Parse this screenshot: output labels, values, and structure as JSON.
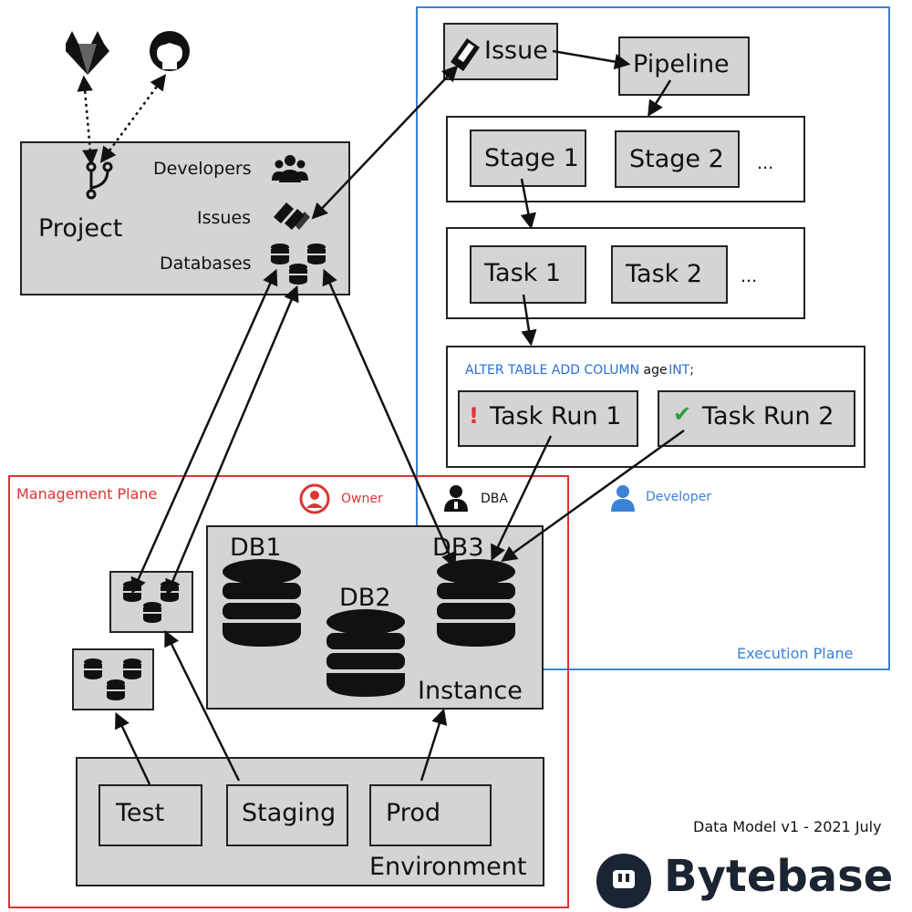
{
  "project": {
    "title": "Project",
    "rows": [
      "Developers",
      "Issues",
      "Databases"
    ]
  },
  "execution": {
    "plane_label": "Execution Plane",
    "issue": "Issue",
    "pipeline": "Pipeline",
    "stages": [
      "Stage 1",
      "Stage 2"
    ],
    "tasks": [
      "Task 1",
      "Task 2"
    ],
    "ellipsis": "...",
    "sql": {
      "k1": "ALTER TABLE ADD COLUMN",
      "col": "age",
      "k2": "INT",
      "end": ";"
    },
    "task_runs": [
      "Task Run 1",
      "Task Run 2"
    ]
  },
  "management": {
    "plane_label": "Management Plane",
    "roles": [
      "Owner",
      "DBA",
      "Developer"
    ],
    "databases": [
      "DB1",
      "DB2",
      "DB3"
    ],
    "instance": "Instance",
    "environments": [
      "Test",
      "Staging",
      "Prod"
    ],
    "environment_label": "Environment"
  },
  "footer": {
    "version": "Data Model v1 - 2021 July",
    "brand": "Bytebase"
  },
  "colors": {
    "management": "#d33333",
    "execution": "#3b82d6",
    "box_fill": "#d4d4d4",
    "error": "#d33333",
    "success": "#2ea043"
  }
}
